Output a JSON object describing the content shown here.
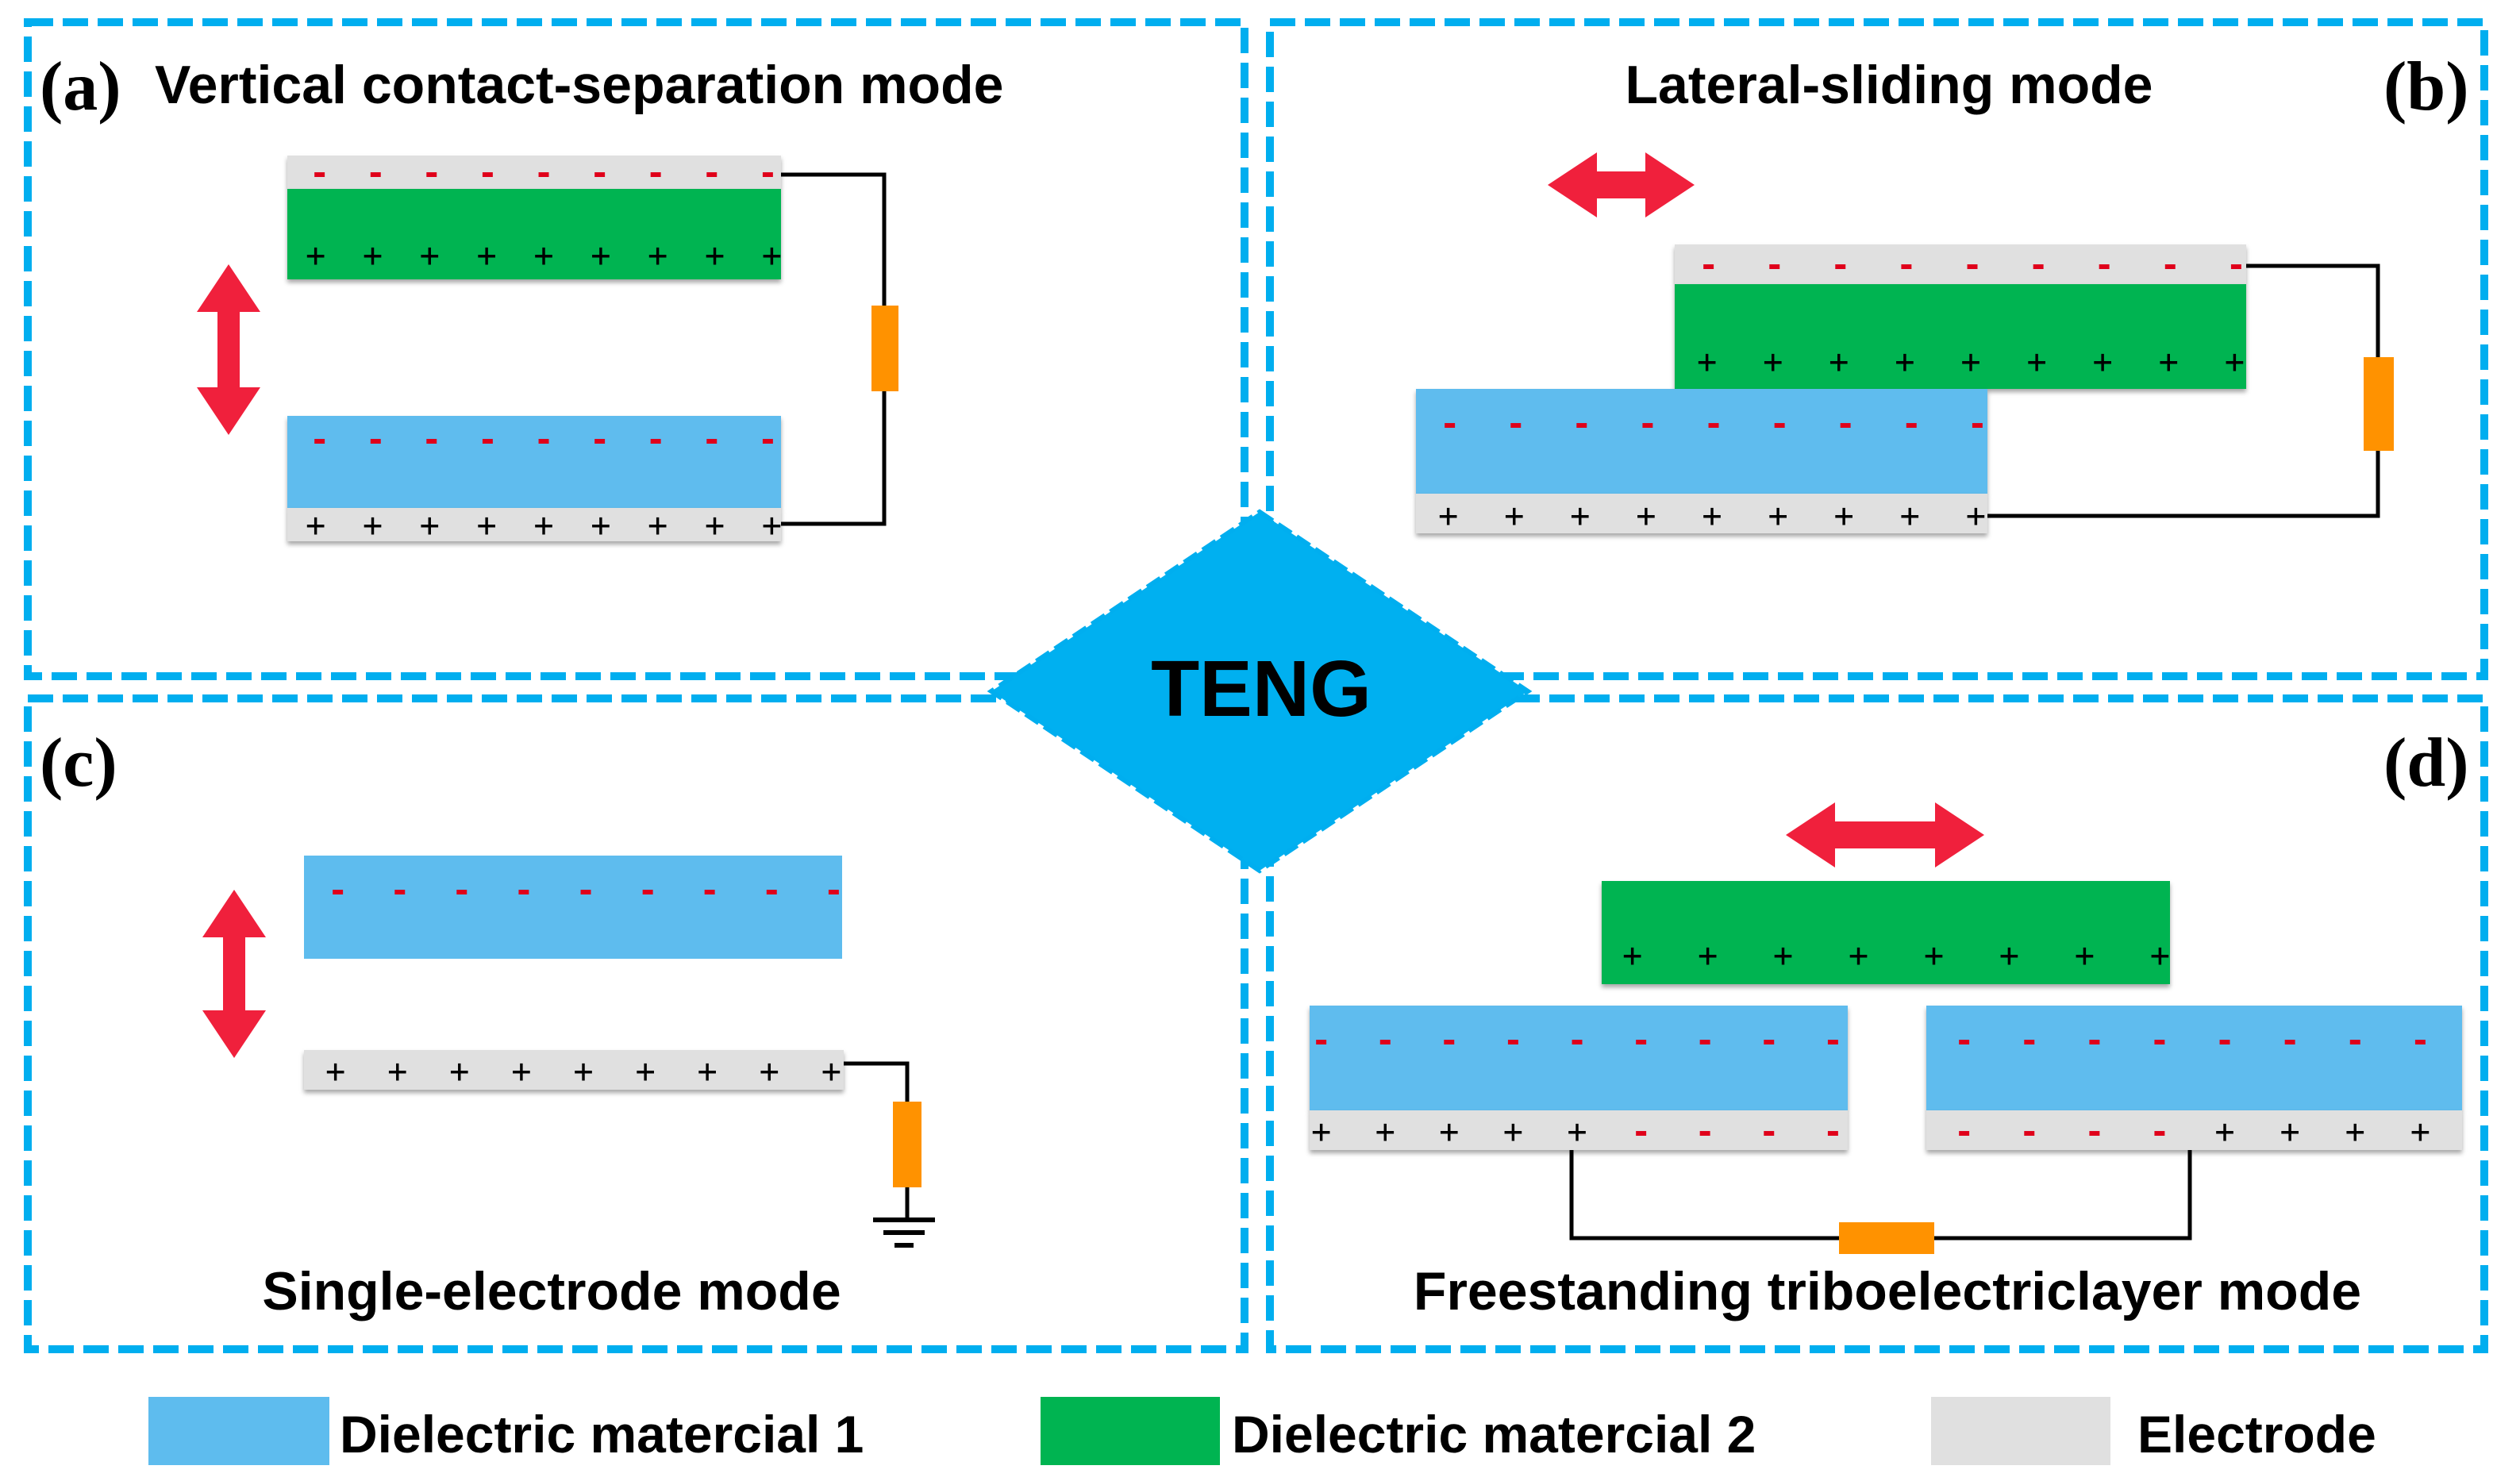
{
  "colors": {
    "dielectric1": "#5ebcee",
    "dielectric2": "#00b451",
    "electrode": "#e0e0e0",
    "border": "#00aeef",
    "diamond": "#00b0f0",
    "arrow": "#f0203c",
    "resistor": "#ff9200",
    "wire": "#000000",
    "negative": "#e0001a",
    "positive": "#000000"
  },
  "center": {
    "label": "TENG"
  },
  "panels": {
    "a": {
      "label": "(a)",
      "title": "Vertical contact-separation mode"
    },
    "b": {
      "label": "(b)",
      "title": "Lateral-sliding mode"
    },
    "c": {
      "label": "(c)",
      "title": "Single-electrode mode"
    },
    "d": {
      "label": "(d)",
      "title": "Freestanding triboelectriclayer mode"
    }
  },
  "legend": [
    {
      "key": "dielectric1",
      "label": "Dielectric matercial 1"
    },
    {
      "key": "dielectric2",
      "label": "Dielectric matercial 2"
    },
    {
      "key": "electrode",
      "label": "Electrode"
    }
  ],
  "charges": {
    "a_top_electrode": "- - - - - - - - -",
    "a_green": "+ + + + + + + + +",
    "a_blue": "- - - - - - - - -",
    "a_bottom_electrode": "+ + + + + + + + +",
    "b_top_electrode": "- - - - - - - - -",
    "b_green": "+ + + + + + + + +",
    "b_blue": "- - - - - - - - -",
    "b_bottom_electrode": "+ + + + + + + + +",
    "c_blue": "- - - - - - - - -",
    "c_electrode": "+ + + + + + + + +",
    "d_green": "+ + + +   + + + +",
    "d_left_blue": "- - - - - - - - -",
    "d_right_blue": "- - - - - - - -",
    "d_left_electrode": "+ + + + + - - - -",
    "d_right_electrode": "- - - - + + + +"
  }
}
